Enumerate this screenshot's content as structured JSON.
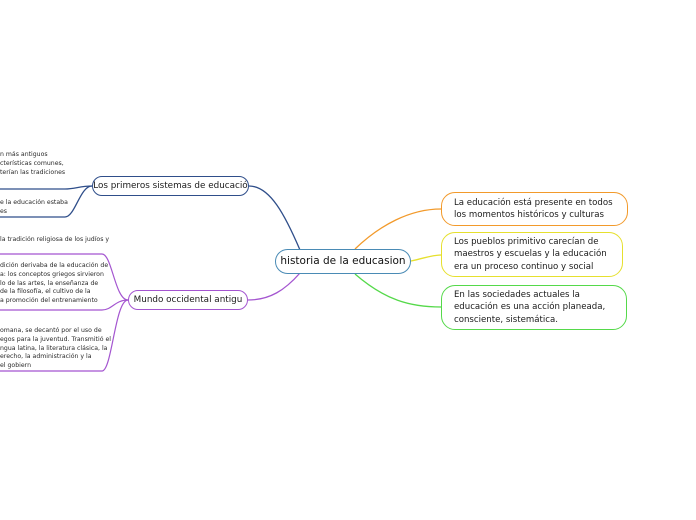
{
  "central": {
    "label": "historia de la educasion"
  },
  "branches": {
    "primeros": {
      "label": "Los primeros sistemas de educació"
    },
    "occidental": {
      "label": "Mundo occidental antigu"
    }
  },
  "right_nodes": [
    {
      "label": "La educación está presente en todos los momentos históricos y culturas"
    },
    {
      "label": "Los pueblos primitivo carecían de maestros y escuelas y la educación era un proceso continuo y social"
    },
    {
      "label": "En las sociedades actuales la educación es una acción planeada, consciente, sistemática."
    }
  ],
  "leaves": {
    "primeros_1": "n más antiguos\ncterísticas comunes,\nterían las tradiciones",
    "primeros_2": "e la educación estaba\nes",
    "occidental_1": "la tradición religiosa de los judíos y",
    "occidental_2": "dición derivaba de la educación de\na: los conceptos griegos sirvieron\nlo de las artes, la enseñanza de\nde la filosofía, el cultivo de la\na promoción del entrenamiento",
    "occidental_3": "omana, se decantó por el uso de\negos para la juventud. Transmitió el\nngua latina, la literatura clásica, la\nerecho, la administración y la\nel gobiern"
  },
  "colors": {
    "central_border": "#4a8bb5",
    "primeros": "#2f4e8a",
    "occidental": "#a455d0",
    "right_orange": "#f29a2b",
    "right_yellow": "#e6e02e",
    "right_green": "#55d94a"
  }
}
